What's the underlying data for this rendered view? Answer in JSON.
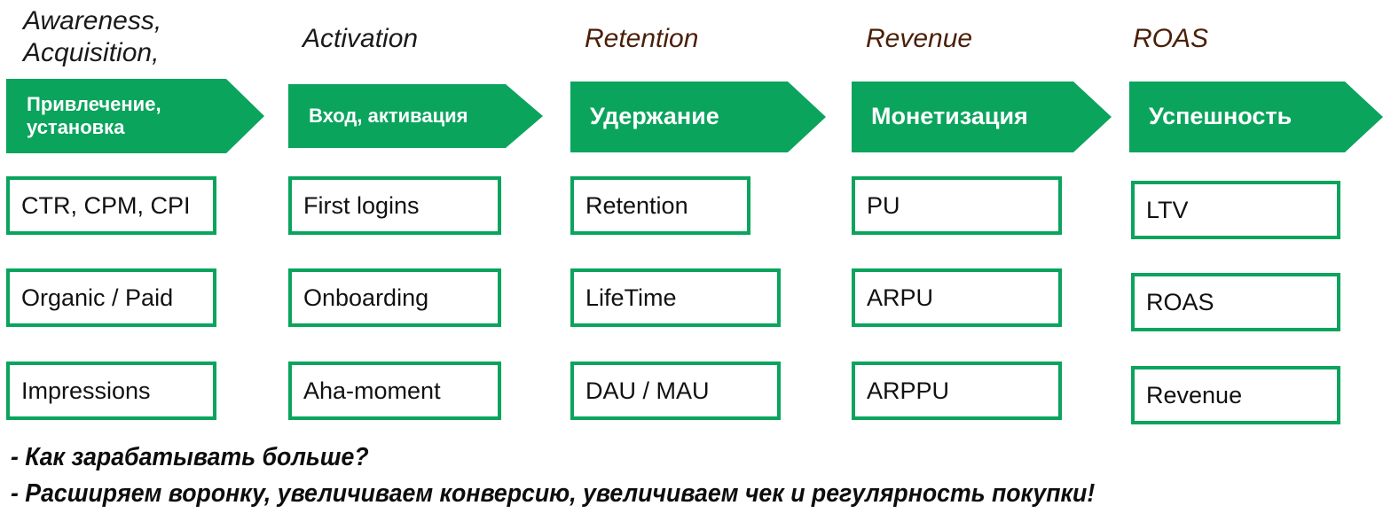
{
  "diagram": {
    "title_colors": {
      "dark_text": "#1a1a1a",
      "brown_text": "#4a1f08",
      "green": "#0aa45d",
      "white": "#ffffff"
    },
    "columns": [
      {
        "eng_label": "Awareness,\nAcquisition,",
        "eng_color": "#1a1a1a",
        "banner_label": "Привлечение,\nустановка",
        "metrics": [
          "CTR, CPM, CPI",
          "Organic / Paid",
          "Impressions"
        ]
      },
      {
        "eng_label": "Activation",
        "eng_color": "#1a1a1a",
        "banner_label": "Вход, активация",
        "metrics": [
          "First logins",
          "Onboarding",
          "Aha-moment"
        ]
      },
      {
        "eng_label": "Retention",
        "eng_color": "#4a1f08",
        "banner_label": "Удержание",
        "metrics": [
          "Retention",
          "LifeTime",
          "DAU / MAU"
        ]
      },
      {
        "eng_label": "Revenue",
        "eng_color": "#4a1f08",
        "banner_label": "Монетизация",
        "metrics": [
          "PU",
          "ARPU",
          "ARPPU"
        ]
      },
      {
        "eng_label": "ROAS",
        "eng_color": "#4a1f08",
        "banner_label": "Успешность",
        "metrics": [
          "LTV",
          "ROAS",
          "Revenue"
        ]
      }
    ],
    "footer": {
      "line1": "- Как зарабатывать больше?",
      "line2": "- Расширяем воронку, увеличиваем конверсию, увеличиваем чек и регулярность покупки!"
    }
  }
}
